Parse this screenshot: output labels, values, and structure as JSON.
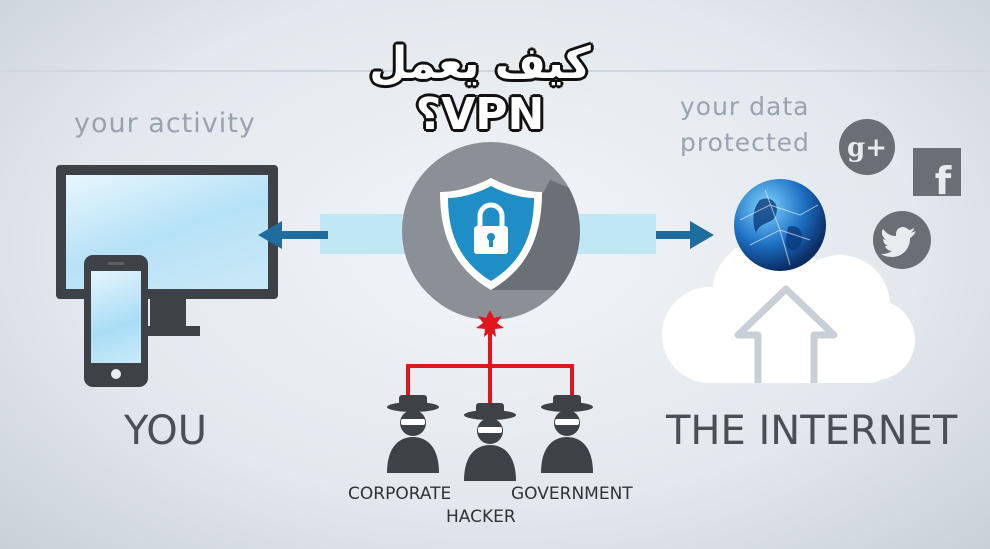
{
  "title": "كيف يعمل VPN؟",
  "labels": {
    "your_activity": "your activity",
    "your_data_line1": "your data",
    "your_data_line2": "protected",
    "you": "YOU",
    "internet": "THE INTERNET",
    "corporate": "CORPORATE",
    "hacker": "HACKER",
    "government": "GOVERNMENT"
  },
  "social_icons": [
    "google-plus-icon",
    "facebook-icon",
    "twitter-icon"
  ],
  "icon_text": {
    "google_plus": "g+",
    "facebook": "f"
  },
  "colors": {
    "tube": "#bfe7f4",
    "arrow": "#1f6c9e",
    "shield": "#1f8ec6",
    "threat_line": "#e0161f",
    "dark": "#3e4247"
  }
}
